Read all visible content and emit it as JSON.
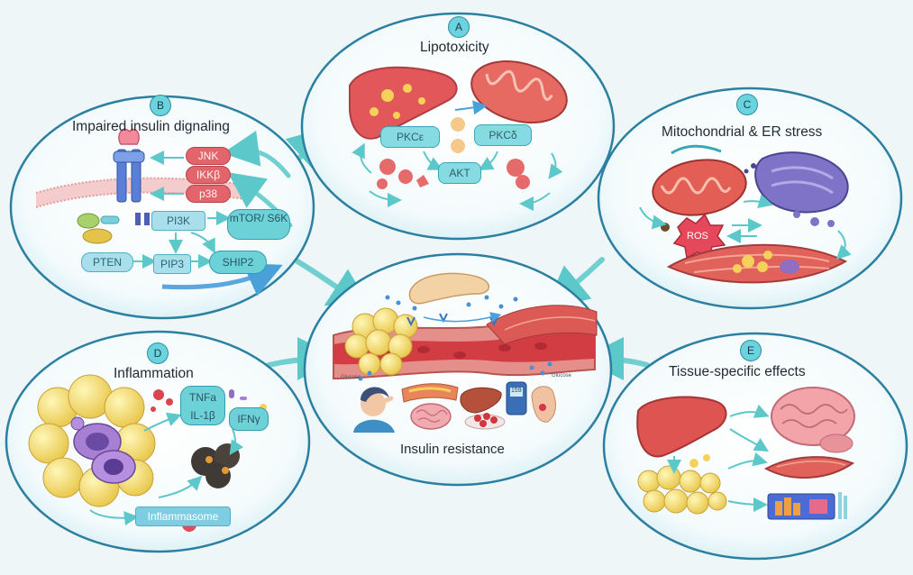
{
  "panels": {
    "a": {
      "badge": "A",
      "title": "Lipotoxicity",
      "pkc_e": "PKCε",
      "pkc_d": "PKCδ",
      "akt": "AKT"
    },
    "b": {
      "badge": "B",
      "title": "Impaired insulin dignaling",
      "jnk": "JNK",
      "ikk": "IKKβ",
      "p38": "p38",
      "pi3k": "PI3K",
      "mtor": "mTOR/ S6K",
      "pten": "PTEN",
      "pip3": "PIP3",
      "ship2": "SHIP2"
    },
    "c": {
      "badge": "C",
      "title": "Mitochondrial & ER stress",
      "ros": "ROS"
    },
    "d": {
      "badge": "D",
      "title": "Inflammation",
      "tnfa": "TNFa",
      "il1b": "IL-1β",
      "ifng": "IFNγ",
      "inflammasome": "Inflammasome"
    },
    "e": {
      "badge": "E",
      "title": "Tissue-specific effects"
    }
  },
  "center": {
    "title": "Insulin resistance",
    "glucose_left": "Glucose",
    "glucose_right": "Glucose",
    "meter_reading": "159"
  },
  "colors": {
    "frame": "#2b7fa0",
    "bubble_fill": "#ffffff",
    "arrow": "#56c6c8",
    "accent": "#6ad3de"
  }
}
